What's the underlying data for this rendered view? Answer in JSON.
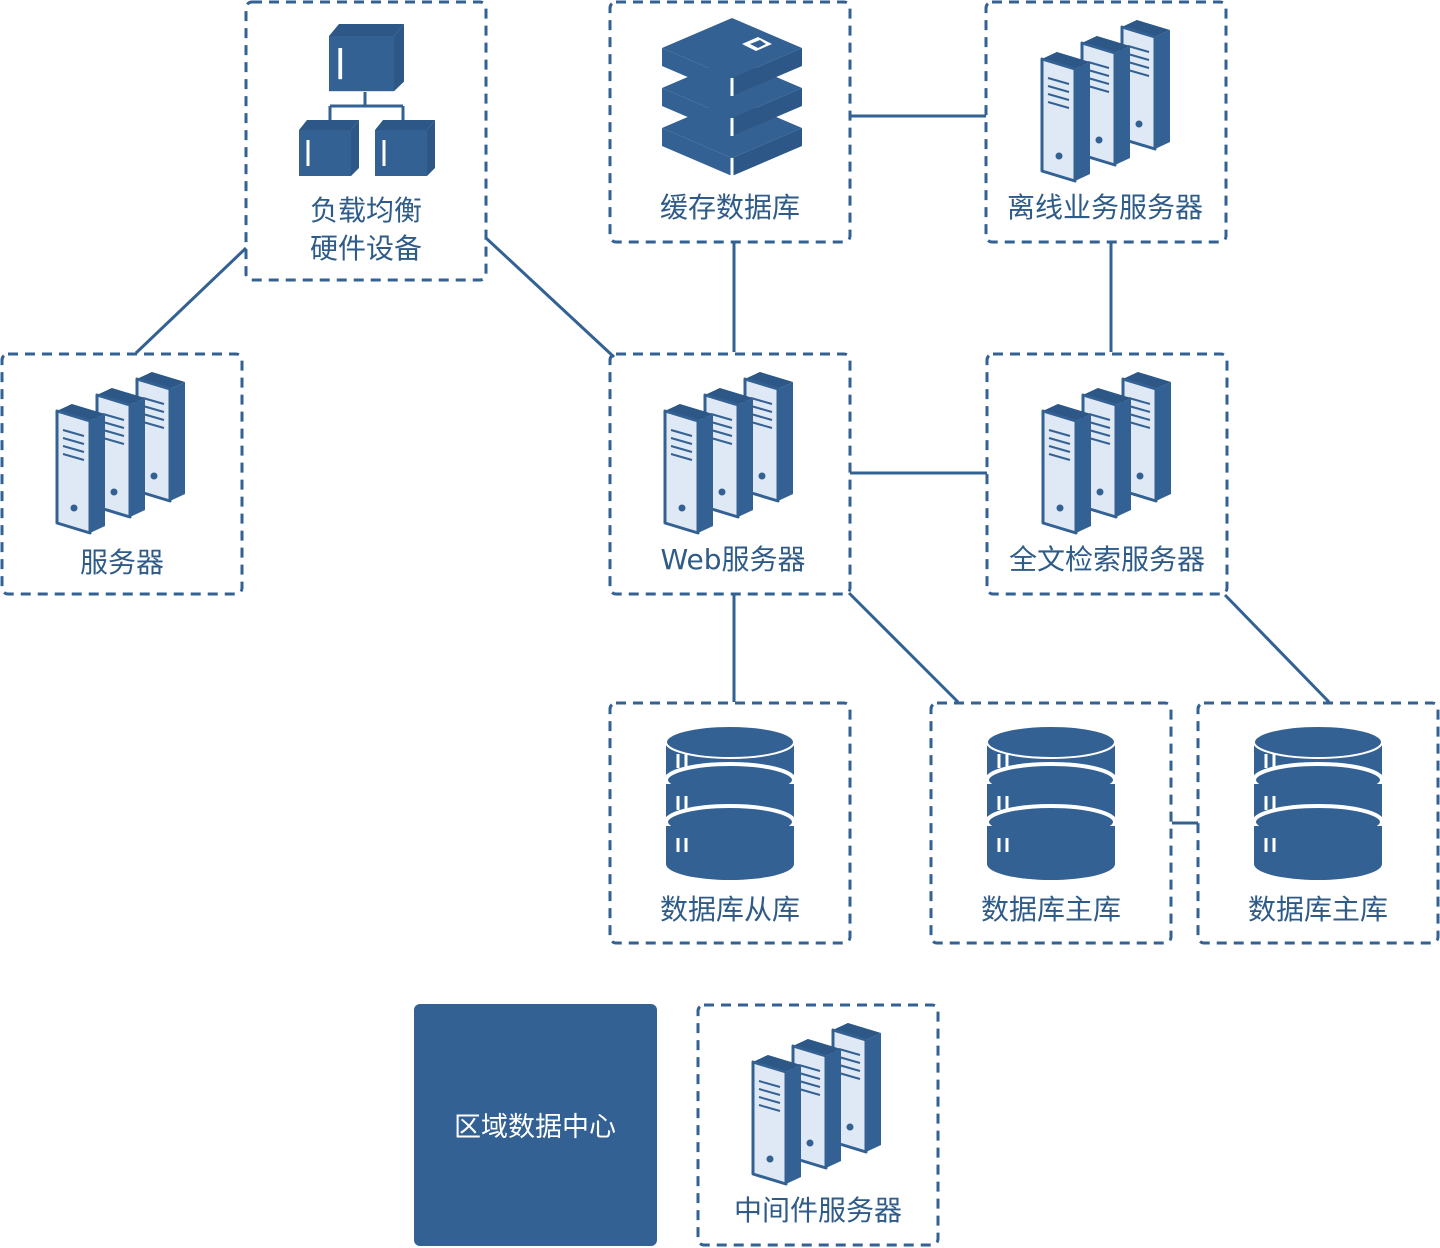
{
  "colors": {
    "primary": "#336193",
    "light": "#dfe8f5",
    "background": "#ffffff",
    "text": "#2f5b88",
    "on_primary": "#ffffff"
  },
  "nodes": {
    "load_balancer": {
      "label_line1": "负载均衡",
      "label_line2": "硬件设备",
      "icon": "hierarchy-icon"
    },
    "cache_db": {
      "label": "缓存数据库",
      "icon": "storage-stack-icon"
    },
    "offline_server": {
      "label": "离线业务服务器",
      "icon": "server-rack-icon"
    },
    "server": {
      "label": "服务器",
      "icon": "server-rack-icon"
    },
    "web_server": {
      "label": "Web服务器",
      "icon": "server-rack-icon"
    },
    "search_server": {
      "label": "全文检索服务器",
      "icon": "server-rack-icon"
    },
    "db_slave": {
      "label": "数据库从库",
      "icon": "database-icon"
    },
    "db_master_1": {
      "label": "数据库主库",
      "icon": "database-icon"
    },
    "db_master_2": {
      "label": "数据库主库",
      "icon": "database-icon"
    },
    "middleware_server": {
      "label": "中间件服务器",
      "icon": "server-rack-icon"
    }
  },
  "legend": {
    "region_label": "区域数据中心"
  }
}
